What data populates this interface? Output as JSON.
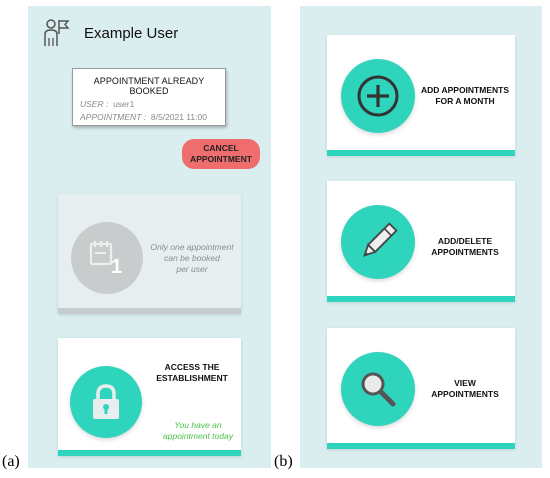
{
  "figure_labels": {
    "a": "(a)",
    "b": "(b)"
  },
  "panel_a": {
    "user_name": "Example User",
    "booked_card": {
      "title": "APPOINTMENT ALREADY BOOKED",
      "user_label": "USER :",
      "user_value": "user1",
      "appointment_label": "APPOINTMENT :",
      "appointment_value": "8/5/2021  11:00"
    },
    "cancel_button": {
      "line1": "CANCEL",
      "line2": "APPOINTMENT"
    },
    "disabled_card": {
      "badge_number": "1",
      "note_line1": "Only one appointment",
      "note_line2": "can be booked",
      "note_line3": "per user"
    },
    "access_card": {
      "title_line1": "ACCESS THE",
      "title_line2": "ESTABLISHMENT",
      "note_line1": "You have an",
      "note_line2": "appointment today"
    }
  },
  "panel_b": {
    "cards": [
      {
        "line1": "ADD APPOINTMENTS",
        "line2": "FOR A MONTH",
        "icon": "plus-circle-icon"
      },
      {
        "line1": "ADD/DELETE",
        "line2": "APPOINTMENTS",
        "icon": "pencil-icon"
      },
      {
        "line1": "VIEW",
        "line2": "APPOINTMENTS",
        "icon": "magnifier-icon"
      }
    ]
  },
  "colors": {
    "background": "#daeef0",
    "accent": "#2fd4bd",
    "cancel": "#f06d6d",
    "success_text": "#4bc24b",
    "disabled": "#c9cccc"
  }
}
